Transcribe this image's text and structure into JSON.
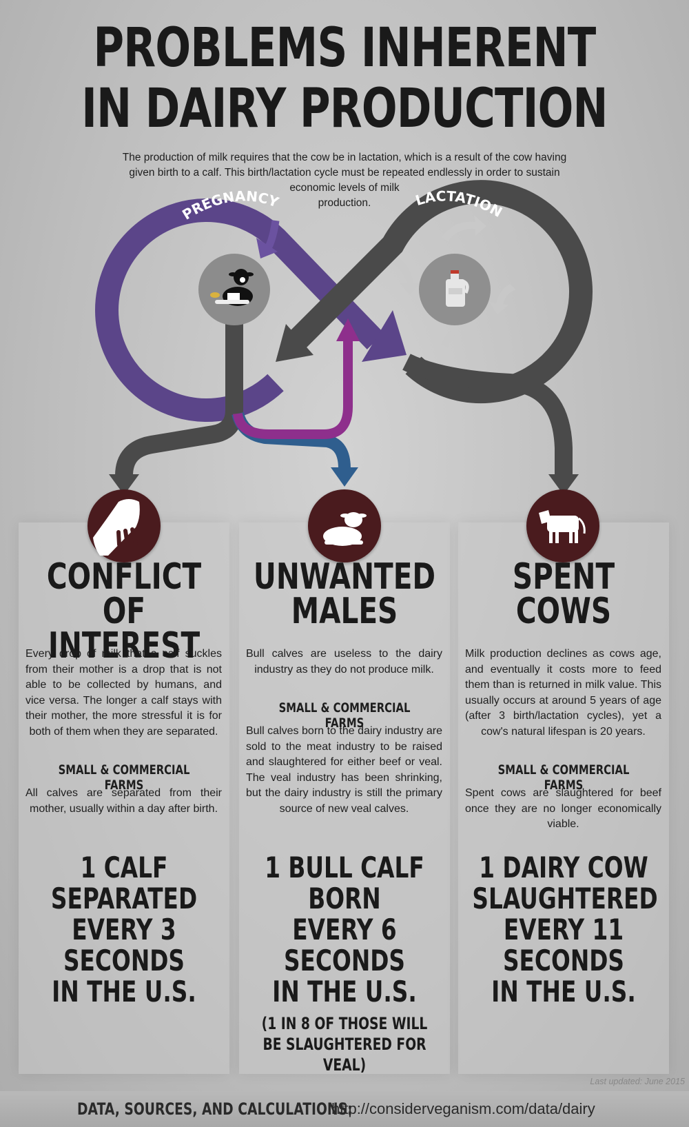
{
  "title": {
    "line1": "PROBLEMS INHERENT",
    "line2": "IN DAIRY PRODUCTION"
  },
  "intro": {
    "text": "The production of milk requires that the cow be in lactation, which is a result of the cow having given birth to a calf. This birth/lactation cycle must be repeated endlessly in order to sustain",
    "tail": "economic levels of milk production."
  },
  "cycle": {
    "left_label": "PREGNANCY",
    "right_label": "LACTATION"
  },
  "colors": {
    "purple": "#5b4589",
    "dark": "#4a4a4a",
    "magenta": "#8e2f8c",
    "blue": "#2f5e8e",
    "icon_bg": "#4a1b1e"
  },
  "icons": {
    "center_left": "calf-icon",
    "center_right": "milk-jug-icon",
    "col1": "hand-udder-icon",
    "col2": "lying-calf-icon",
    "col3": "cow-icon"
  },
  "columns": [
    {
      "heading": [
        "CONFLICT",
        "OF INTEREST"
      ],
      "body": "Every drop of milk that a calf suckles from their mother is a drop that is not able to be collected by humans, and vice versa. The longer a calf stays with their mother, the more stressful it is for both of them when they are separated.",
      "subheading": "SMALL & COMMERCIAL FARMS",
      "sub_body": "All calves are separated from their mother, usually within a day after birth.",
      "stat": [
        "1 CALF",
        "SEPARATED",
        "EVERY 3",
        "SECONDS",
        "IN THE U.S."
      ]
    },
    {
      "heading": [
        "UNWANTED",
        "MALES"
      ],
      "body": "Bull calves are useless to the dairy industry as they do not produce milk.",
      "subheading": "SMALL & COMMERCIAL FARMS",
      "sub_body": "Bull calves born to the dairy industry are sold to the meat industry to be raised and slaughtered for either beef or veal. The veal industry has been shrinking, but the dairy industry is still the primary source of new veal calves.",
      "stat": [
        "1 BULL CALF",
        "BORN",
        "EVERY 6",
        "SECONDS",
        "IN THE U.S."
      ],
      "note": [
        "(1 IN 8 OF THOSE WILL",
        "BE SLAUGHTERED FOR VEAL)"
      ]
    },
    {
      "heading": [
        "SPENT",
        "COWS"
      ],
      "body": "Milk production declines as cows age, and eventually it costs more to feed them than is returned in milk value. This usually occurs at around 5 years of age (after 3 birth/lactation cycles), yet a cow's natural lifespan is 20 years.",
      "subheading": "SMALL & COMMERCIAL FARMS",
      "sub_body": "Spent cows are slaughtered for beef once they are no longer economically viable.",
      "stat": [
        "1 DAIRY COW",
        "SLAUGHTERED",
        "EVERY 11",
        "SECONDS",
        "IN THE U.S."
      ]
    }
  ],
  "last_updated": "Last updated: June 2015",
  "footer": {
    "label": "DATA, SOURCES, AND CALCULATIONS:",
    "url": "http://considerveganism.com/data/dairy"
  }
}
